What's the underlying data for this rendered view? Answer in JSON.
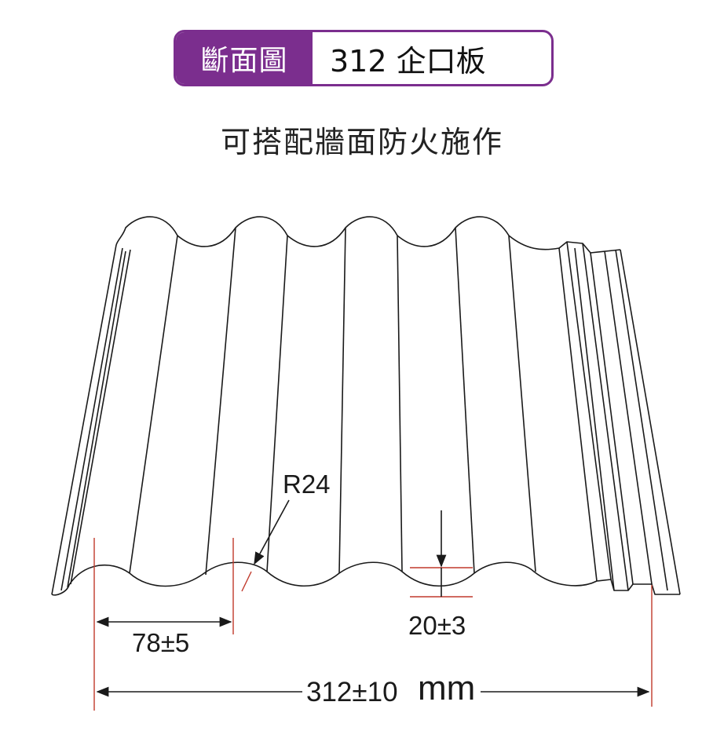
{
  "header": {
    "badge": "斷面圖",
    "product": "312 企口板"
  },
  "subtitle": "可搭配牆面防火施作",
  "dimensions": {
    "radius": "R24",
    "depth": "20±3",
    "pitch": "78±5",
    "width": "312±10",
    "unit": "mm"
  },
  "colors": {
    "accent": "#7b2e8e",
    "dimension_line": "#c0392b",
    "outline": "#1a1a1a"
  }
}
